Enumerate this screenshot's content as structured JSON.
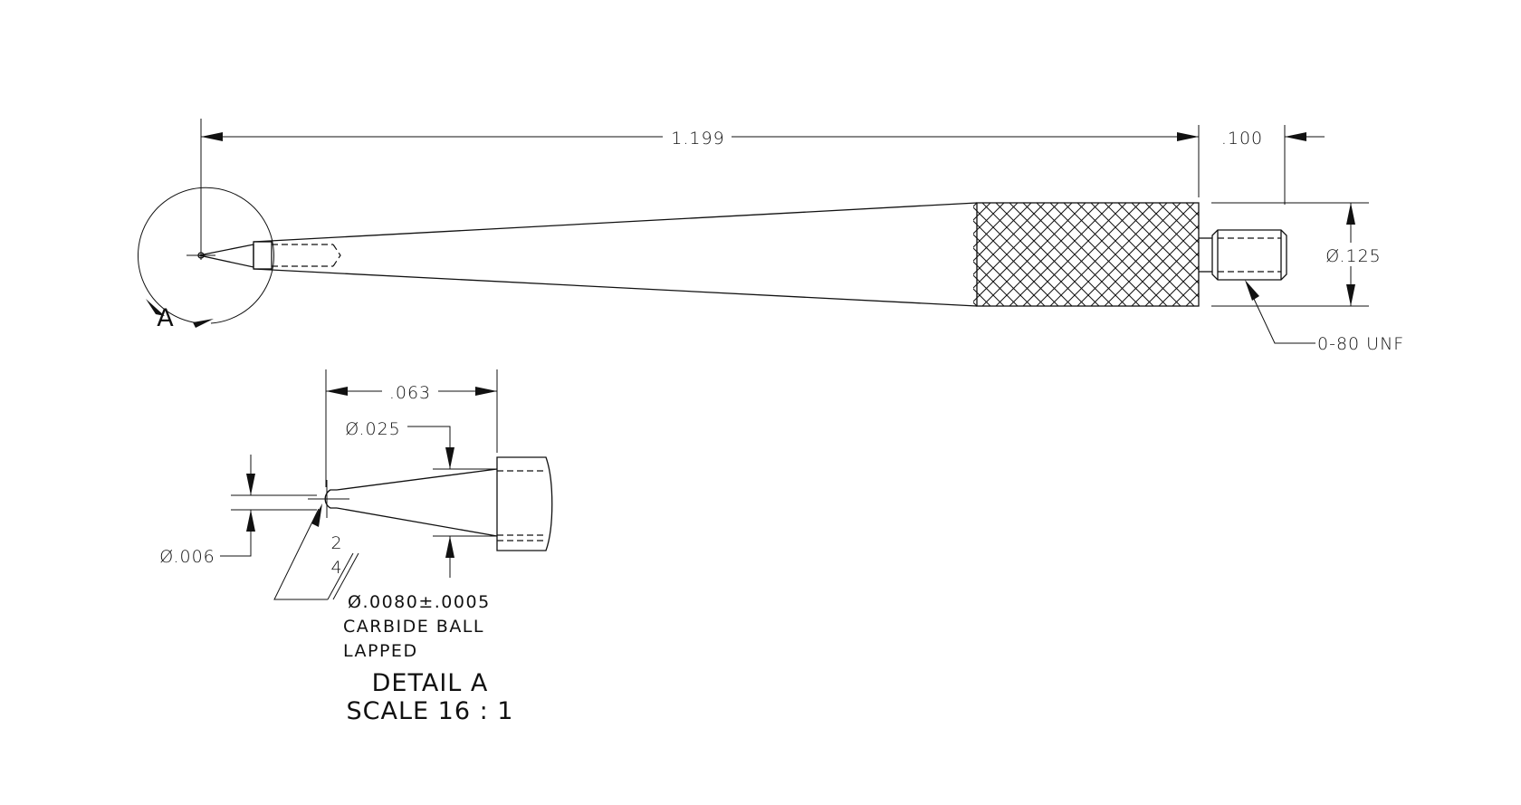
{
  "main_view": {
    "overall_length": "1.199",
    "thread_length": ".100",
    "knurl_diameter": "Ø.125",
    "thread_callout": "0-80 UNF",
    "detail_label": "A"
  },
  "detail_view": {
    "tip_length": ".063",
    "tip_diameter": "Ø.025",
    "ball_offset": "Ø.006",
    "note_number_top": "2",
    "note_number_bottom": "4",
    "ball_spec": "Ø.0080±.0005",
    "ball_material": "CARBIDE BALL",
    "ball_finish": "LAPPED",
    "title": "DETAIL A",
    "scale": "SCALE 16 : 1"
  },
  "colors": {
    "line": "#111111",
    "background": "#ffffff"
  }
}
